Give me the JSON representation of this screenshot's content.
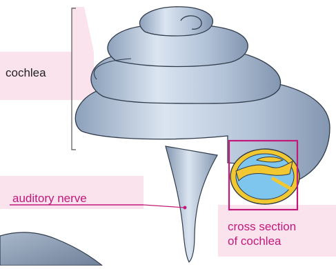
{
  "labels": {
    "cochlea": "cochlea",
    "auditory_nerve": "auditory nerve",
    "cross_section_line1": "cross section",
    "cross_section_line2": "of cochlea"
  },
  "colors": {
    "label_bg": "#fbe3ee",
    "accent": "#c2187a",
    "cochlea_light": "#dfe8f3",
    "cochlea_mid": "#b6c6da",
    "cochlea_dark": "#8396b0",
    "outline": "#2f3a4a",
    "cross_yellow": "#f2c832",
    "cross_fill": "#7ec6ee"
  }
}
